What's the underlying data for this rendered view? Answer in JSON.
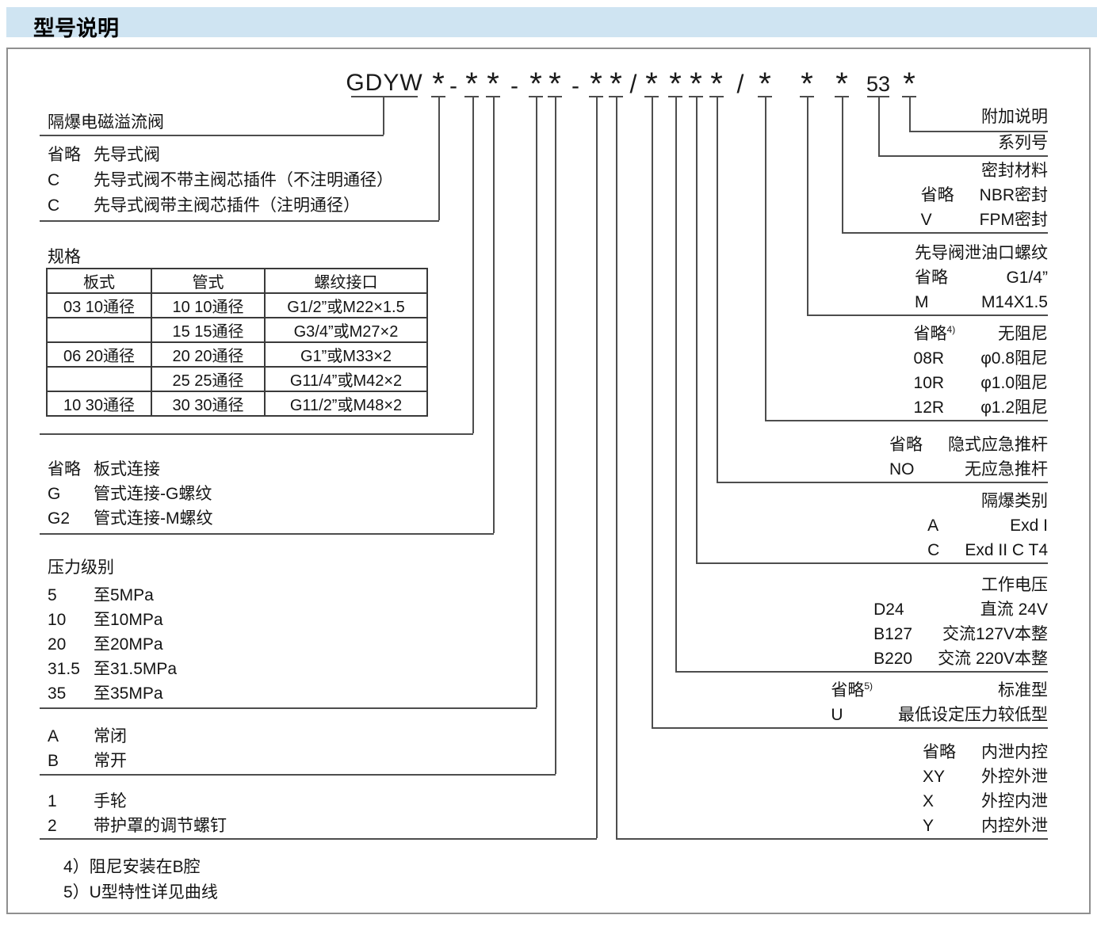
{
  "header": {
    "title": "型号说明"
  },
  "code": {
    "prefix": "GDYW",
    "star": "*",
    "dash": "-",
    "slash": "/",
    "series": "53"
  },
  "left": {
    "valve_name": "隔爆电磁溢流阀",
    "pilot": {
      "lines": [
        {
          "code": "省略",
          "desc": "先导式阀"
        },
        {
          "code": "C",
          "desc": "先导式阀不带主阀芯插件（不注明通径）"
        },
        {
          "code": "C",
          "desc": "先导式阀带主阀芯插件（注明通径）"
        }
      ]
    },
    "spec": {
      "title": "规格",
      "table": {
        "headers": [
          "板式",
          "管式",
          "螺纹接口"
        ],
        "rows": [
          [
            "03 10通径",
            "10 10通径",
            "G1/2”或M22×1.5"
          ],
          [
            "",
            "15 15通径",
            "G3/4”或M27×2"
          ],
          [
            "06 20通径",
            "20 20通径",
            "G1”或M33×2"
          ],
          [
            "",
            "25 25通径",
            "G11/4”或M42×2"
          ],
          [
            "10 30通径",
            "30 30通径",
            "G11/2”或M48×2"
          ]
        ]
      }
    },
    "connection": {
      "lines": [
        {
          "code": "省略",
          "desc": "板式连接"
        },
        {
          "code": "G",
          "desc": "管式连接-G螺纹"
        },
        {
          "code": "G2",
          "desc": "管式连接-M螺纹"
        }
      ]
    },
    "pressure": {
      "title": "压力级别",
      "lines": [
        {
          "code": "5",
          "desc": "至5MPa"
        },
        {
          "code": "10",
          "desc": "至10MPa"
        },
        {
          "code": "20",
          "desc": "至20MPa"
        },
        {
          "code": "31.5",
          "desc": "至31.5MPa"
        },
        {
          "code": "35",
          "desc": "至35MPa"
        }
      ]
    },
    "state": {
      "lines": [
        {
          "code": "A",
          "desc": "常闭"
        },
        {
          "code": "B",
          "desc": "常开"
        }
      ]
    },
    "adjust": {
      "lines": [
        {
          "code": "1",
          "desc": "手轮"
        },
        {
          "code": "2",
          "desc": "带护罩的调节螺钉"
        }
      ]
    }
  },
  "right": {
    "additional": "附加说明",
    "series_no": "系列号",
    "seal": {
      "title": "密封材料",
      "lines": [
        {
          "code": "省略",
          "desc": "NBR密封"
        },
        {
          "code": "V",
          "desc": "FPM密封"
        }
      ]
    },
    "drain": {
      "title": "先导阀泄油口螺纹",
      "lines": [
        {
          "code": "省略",
          "desc": "G1/4”"
        },
        {
          "code": "M",
          "desc": "M14X1.5"
        }
      ]
    },
    "damping": {
      "lines": [
        {
          "code": "省略",
          "sup": "4)",
          "desc": "无阻尼"
        },
        {
          "code": "08R",
          "desc": "φ0.8阻尼"
        },
        {
          "code": "10R",
          "desc": "φ1.0阻尼"
        },
        {
          "code": "12R",
          "desc": "φ1.2阻尼"
        }
      ]
    },
    "push_rod": {
      "lines": [
        {
          "code": "省略",
          "desc": "隐式应急推杆"
        },
        {
          "code": "NO",
          "desc": "无应急推杆"
        }
      ]
    },
    "explosion": {
      "title": "隔爆类别",
      "lines": [
        {
          "code": "A",
          "desc": "Exd I"
        },
        {
          "code": "C",
          "desc": "Exd II C T4"
        }
      ]
    },
    "voltage": {
      "title": "工作电压",
      "lines": [
        {
          "code": "D24",
          "desc": "直流 24V"
        },
        {
          "code": "B127",
          "desc": "交流127V本整"
        },
        {
          "code": "B220",
          "desc": "交流 220V本整"
        }
      ]
    },
    "type_u": {
      "lines": [
        {
          "code": "省略",
          "sup": "5)",
          "desc": "标准型"
        },
        {
          "code": "U",
          "desc": "最低设定压力较低型"
        }
      ]
    },
    "control": {
      "lines": [
        {
          "code": "省略",
          "desc": "内泄内控"
        },
        {
          "code": "XY",
          "desc": "外控外泄"
        },
        {
          "code": "X",
          "desc": "外控内泄"
        },
        {
          "code": "Y",
          "desc": "内控外泄"
        }
      ]
    }
  },
  "notes": [
    "4）阻尼安装在B腔",
    "5）U型特性详见曲线"
  ]
}
